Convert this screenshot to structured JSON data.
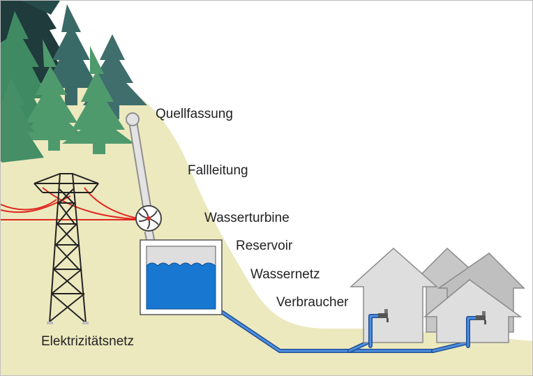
{
  "labels": {
    "quellfassung": "Quellfassung",
    "fallleitung": "Fallleitung",
    "wasserturbine": "Wasserturbine",
    "reservoir": "Reservoir",
    "wassernetz": "Wassernetz",
    "verbraucher": "Verbraucher",
    "elektrizitaetsnetz": "Elektrizitätsnetz"
  },
  "colors": {
    "hill": "#ece9bf",
    "tree_light": "#4e9a6d",
    "tree_dark": "#1f3b3c",
    "power_line": "#e0271f",
    "water": "#1877d0",
    "pipe": "#3c77c7",
    "house": "#d9d9d9"
  }
}
